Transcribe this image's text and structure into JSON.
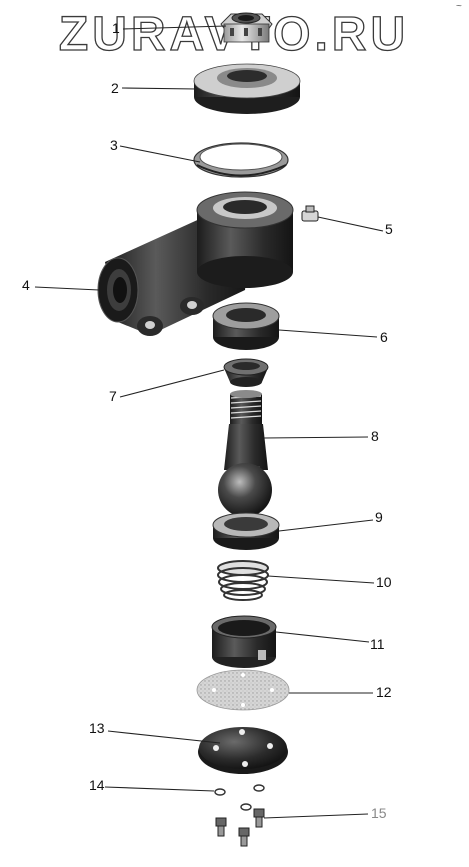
{
  "watermark": "ZURAVTO.RU",
  "corner_mark": "~",
  "callouts": [
    "1",
    "2",
    "3",
    "4",
    "5",
    "6",
    "7",
    "8",
    "9",
    "10",
    "11",
    "12",
    "13",
    "14",
    "15"
  ]
}
